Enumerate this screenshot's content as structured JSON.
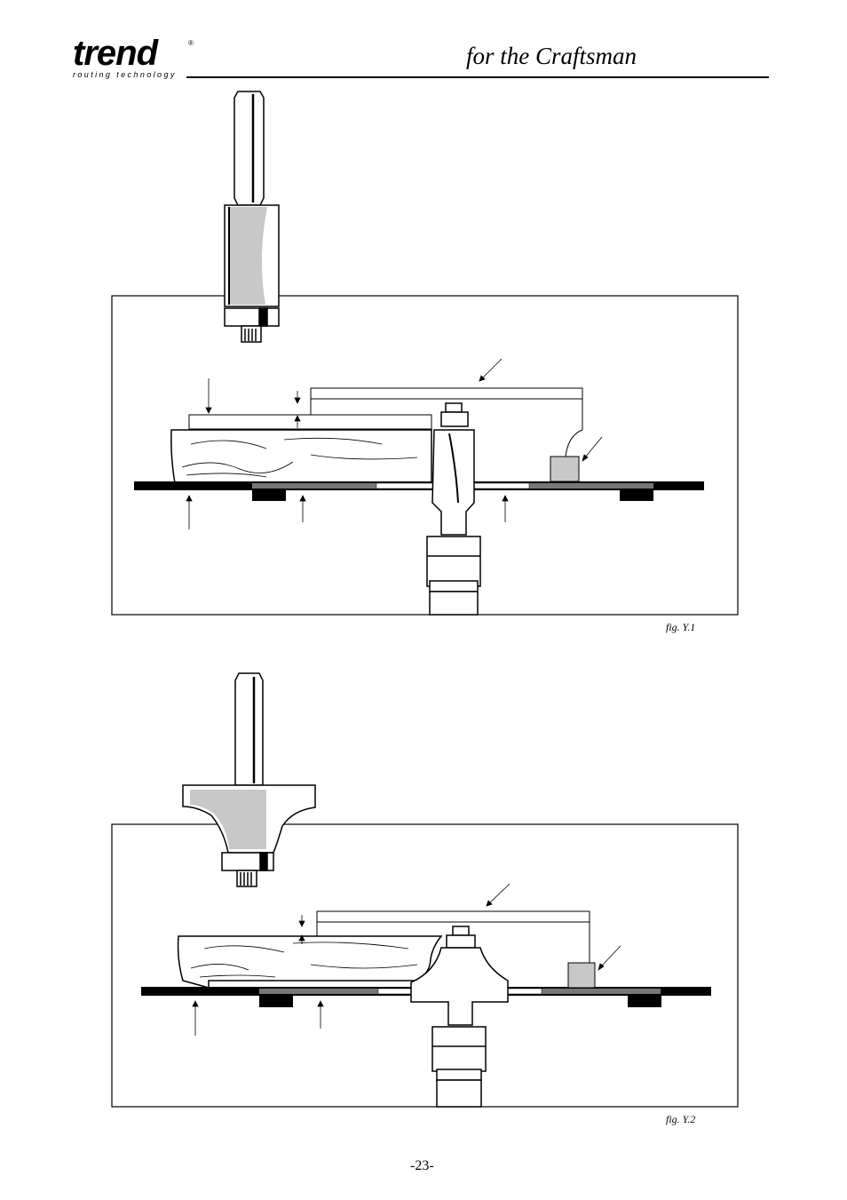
{
  "header": {
    "brand": "trend",
    "registered_mark": "®",
    "brand_tagline": "routing technology",
    "tagline": "for the Craftsman"
  },
  "figures": [
    {
      "caption": "fig. Y.1"
    },
    {
      "caption": "fig. Y.2"
    }
  ],
  "footer": {
    "page_number": "-23-"
  }
}
